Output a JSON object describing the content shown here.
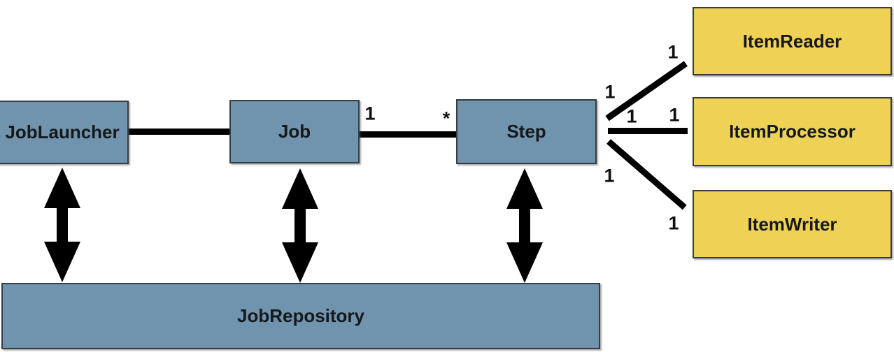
{
  "diagram": {
    "nodes": {
      "job_launcher": {
        "label": "JobLauncher"
      },
      "job": {
        "label": "Job"
      },
      "step": {
        "label": "Step"
      },
      "job_repository": {
        "label": "JobRepository"
      },
      "item_reader": {
        "label": "ItemReader"
      },
      "item_processor": {
        "label": "ItemProcessor"
      },
      "item_writer": {
        "label": "ItemWriter"
      }
    },
    "edges": {
      "job_to_step": {
        "source_multiplicity": "1",
        "target_multiplicity": "*"
      },
      "step_to_item_reader": {
        "source_multiplicity": "1",
        "target_multiplicity": "1"
      },
      "step_to_item_processor": {
        "source_multiplicity": "1",
        "target_multiplicity": "1"
      },
      "step_to_item_writer": {
        "source_multiplicity": "1",
        "target_multiplicity": "1"
      }
    },
    "colors": {
      "core_node_fill": "#7094AD",
      "item_node_fill": "#EFD255",
      "node_border": "#363C42",
      "connector": "#000000",
      "label_text": "#15191C"
    }
  }
}
